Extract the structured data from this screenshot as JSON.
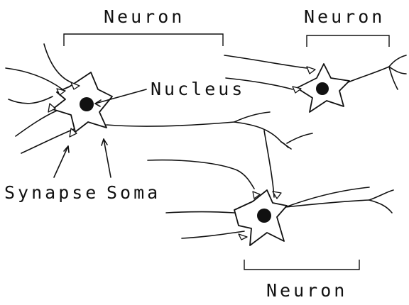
{
  "labels": {
    "neuron_top_left": "Neuron",
    "neuron_top_right": "Neuron",
    "neuron_bottom": "Neuron",
    "nucleus": "Nucleus",
    "synapse": "Synapse",
    "soma": "Soma"
  }
}
